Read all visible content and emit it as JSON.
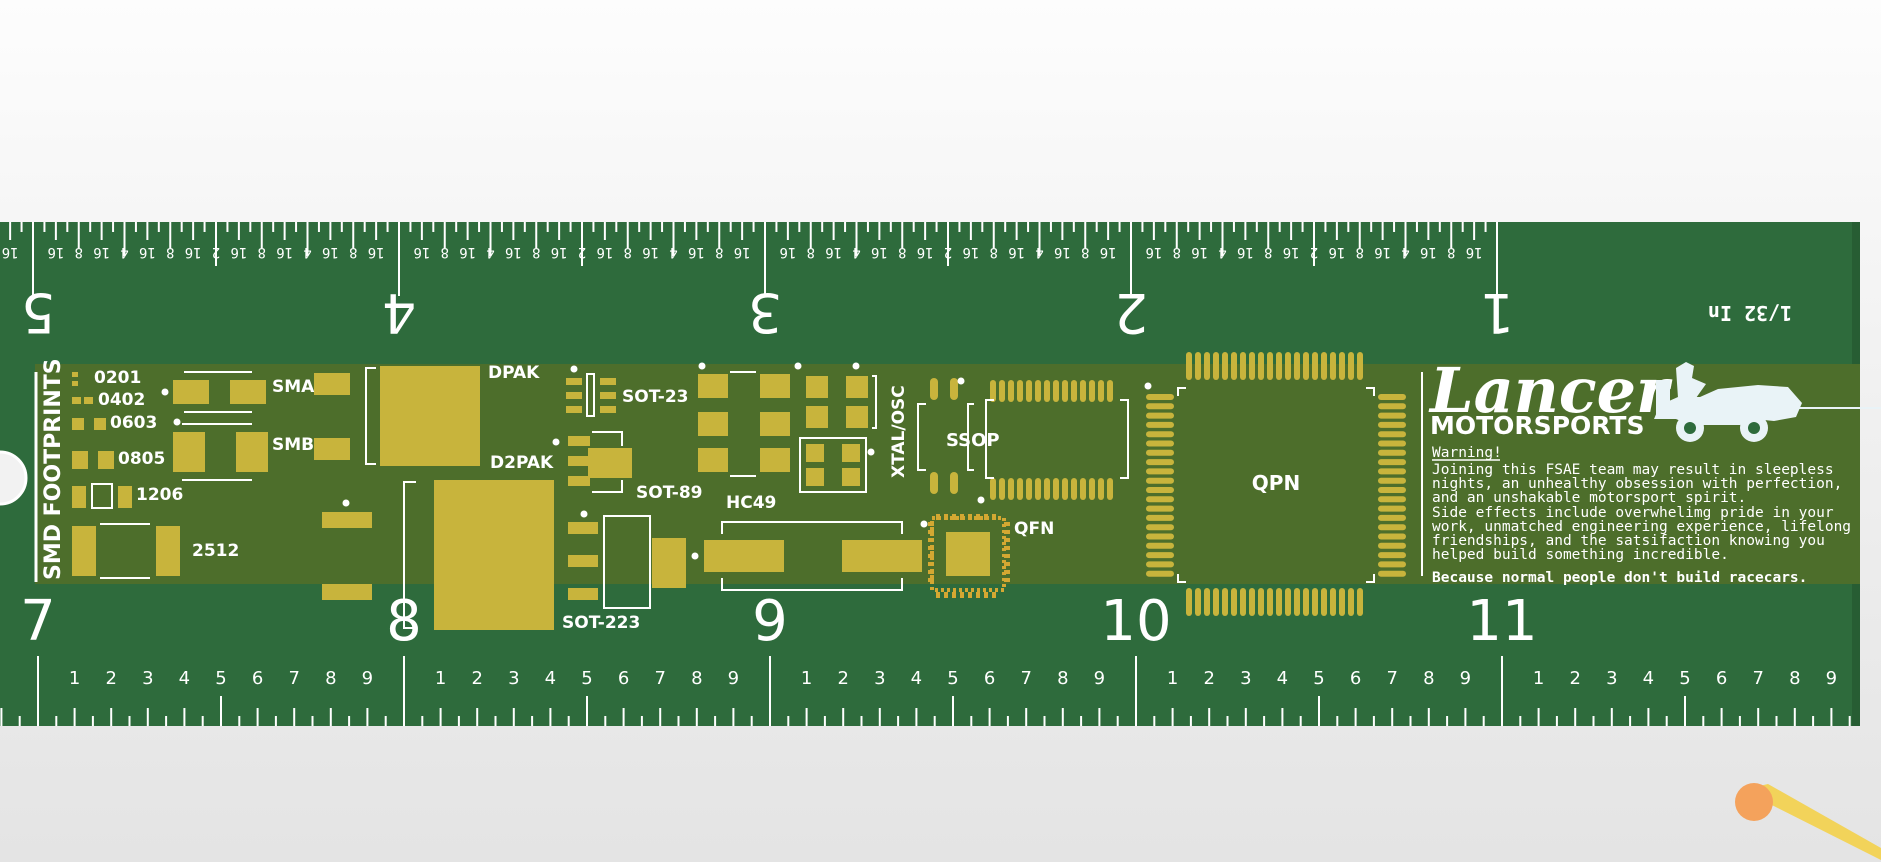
{
  "colors": {
    "board": "#2e6b3c",
    "board_edge": "#275d33",
    "band": "#4d6e2b",
    "pad": "#c8b43c",
    "silk": "#ffffff",
    "gold_ring": "#d4a832",
    "background": "#f4f4f4"
  },
  "ruler": {
    "inch_labels": [
      "5",
      "4",
      "3",
      "2",
      "1"
    ],
    "unit_label": "1/32 In",
    "cm_labels": [
      "7",
      "8",
      "9",
      "10",
      "11"
    ],
    "mm_digits": [
      "1",
      "2",
      "3",
      "4",
      "5",
      "6",
      "7",
      "8",
      "9"
    ],
    "fraction_row": [
      "16",
      "8",
      "16",
      "4",
      "16",
      "8",
      "16",
      "2",
      "16",
      "8",
      "16",
      "4",
      "16",
      "8",
      "16"
    ]
  },
  "footprints": {
    "title": "SMD FOOTPRINTS",
    "labels": {
      "r0201": "0201",
      "r0402": "0402",
      "r0603": "0603",
      "r0805": "0805",
      "r1206": "1206",
      "r2512": "2512",
      "sma": "SMA",
      "smb": "SMB",
      "dpak": "DPAK",
      "d2pak": "D2PAK",
      "sot23": "SOT-23",
      "sot89": "SOT-89",
      "sot223": "SOT-223",
      "hc49": "HC49",
      "xtal": "XTAL/OSC",
      "ssop": "SSOP",
      "qfn": "QFN",
      "qpn": "QPN"
    }
  },
  "logo": {
    "line1": "Lancer",
    "line2": "MOTORSPORTS",
    "car_icon": "race-car-icon"
  },
  "warning": {
    "heading": "Warning!",
    "lines": [
      "Joining this FSAE team may result in sleepless",
      "nights, an unhealthy obsession with perfection,",
      "and an unshakable motorsport spirit.",
      "Side effects include overwhelimg pride in your",
      "work, unmatched engineering experience, lifelong",
      "friendships, and the satsifaction knowing you",
      "helped build something incredible."
    ],
    "tagline": "Because normal people don't build racecars."
  }
}
